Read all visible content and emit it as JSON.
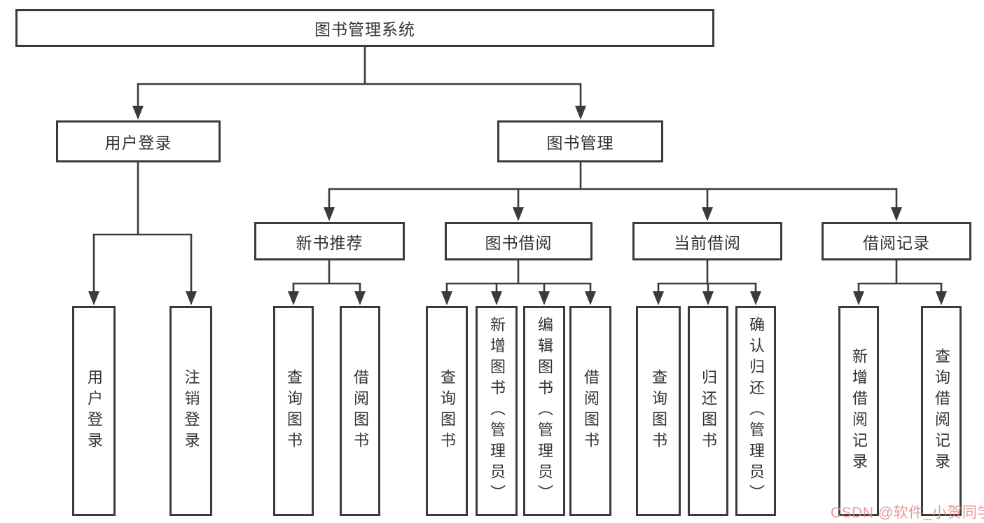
{
  "tree": {
    "label": "图书管理系统",
    "children": [
      {
        "label": "用户登录",
        "children": [
          {
            "label": "用户登录"
          },
          {
            "label": "注销登录"
          }
        ]
      },
      {
        "label": "图书管理",
        "children": [
          {
            "label": "新书推荐",
            "children": [
              {
                "label": "查询图书"
              },
              {
                "label": "借阅图书"
              }
            ]
          },
          {
            "label": "图书借阅",
            "children": [
              {
                "label": "查询图书"
              },
              {
                "label": "新增图书（管理员）"
              },
              {
                "label": "编辑图书（管理员）"
              },
              {
                "label": "借阅图书"
              }
            ]
          },
          {
            "label": "当前借阅",
            "children": [
              {
                "label": "查询图书"
              },
              {
                "label": "归还图书"
              },
              {
                "label": "确认归还（管理员）"
              }
            ]
          },
          {
            "label": "借阅记录",
            "children": [
              {
                "label": "新增借阅记录"
              },
              {
                "label": "查询借阅记录"
              }
            ]
          }
        ]
      }
    ]
  },
  "watermark": {
    "text": "CSDN @软件_小贺同学"
  },
  "colors": {
    "line": "#3b3b3b",
    "text": "#333333",
    "background": "#ffffff",
    "watermark": "#e28b8b"
  }
}
